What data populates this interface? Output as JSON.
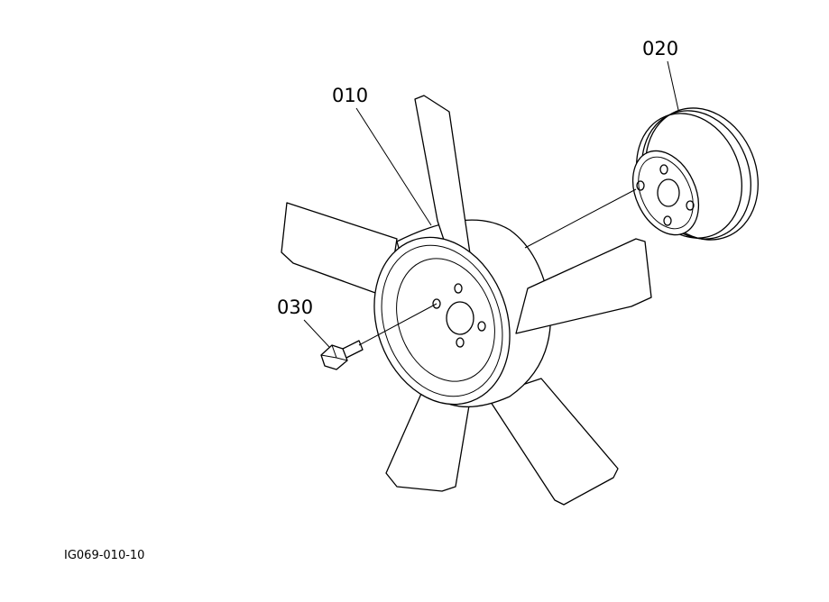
{
  "labels": {
    "fan": "010",
    "pulley": "020",
    "bolt": "030"
  },
  "figure_code": "IG069-010-10"
}
